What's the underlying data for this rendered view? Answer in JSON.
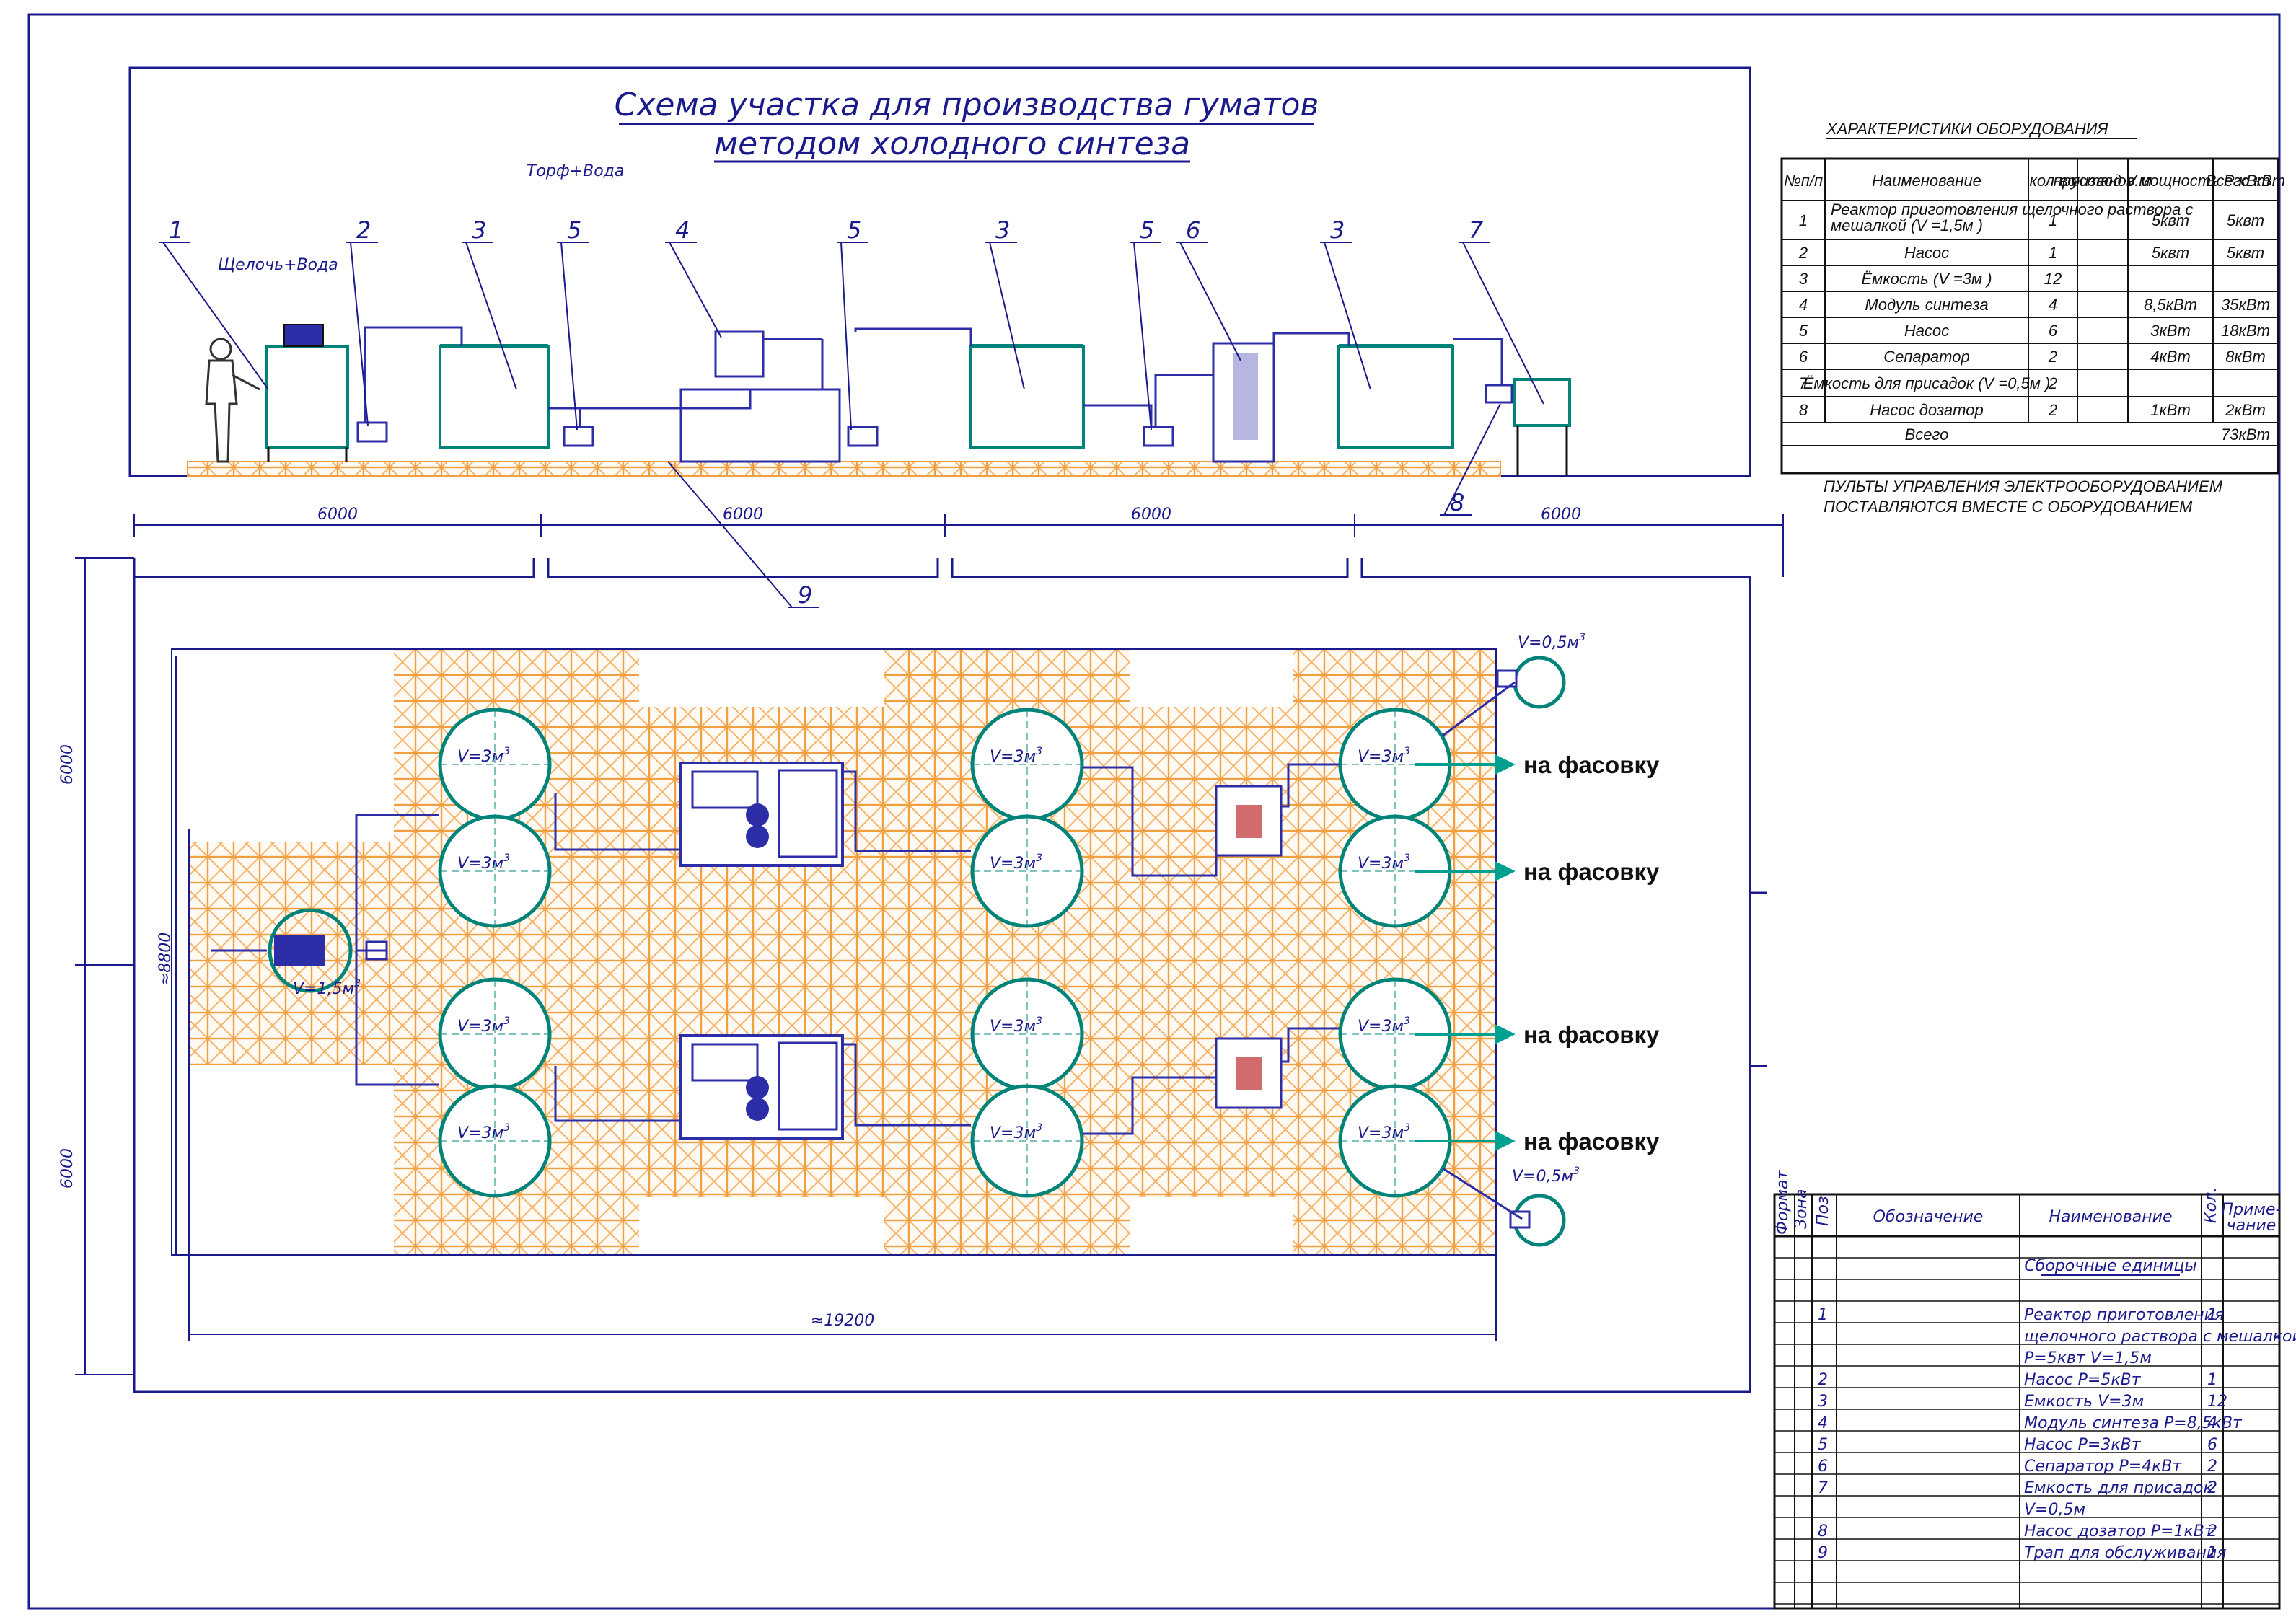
{
  "title": {
    "line1": "Схема участка для производства гуматов",
    "line2": "методом холодного синтеза"
  },
  "side_view": {
    "label_peat": "Торф+Вода",
    "label_alkali": "Щелочь+Вода",
    "callouts": [
      "1",
      "2",
      "3",
      "5",
      "4",
      "5",
      "3",
      "5",
      "6",
      "3",
      "7",
      "8",
      "9"
    ],
    "dims": [
      "6000",
      "6000",
      "6000",
      "6000"
    ]
  },
  "plan_view": {
    "tank_label": "V=3м",
    "reactor_label": "V=1,5м",
    "small_tank_label": "V=0,5м",
    "cube": "3",
    "outlet_label": "на фасовку",
    "dim_length": "≈19200",
    "dim_width": "≈8800",
    "dim_left": [
      "6000",
      "6000"
    ]
  },
  "characteristics": {
    "caption": "ХАРАКТЕРИСТИКИ ОБОРУДОВАНИЯ",
    "headers": [
      "№п/п",
      "Наименование",
      "кол-во",
      "производ V м",
      "установ.мощность Р кВт",
      "Всего кВт"
    ],
    "rows": [
      [
        "1",
        "Реактор приготовления щелочного раствора с мешалкой (V =1,5м )",
        "1",
        "",
        "5квт",
        "5квт"
      ],
      [
        "2",
        "Насос",
        "1",
        "",
        "5квт",
        "5квт"
      ],
      [
        "3",
        "Ёмкость (V =3м )",
        "12",
        "",
        "",
        ""
      ],
      [
        "4",
        "Модуль синтеза",
        "4",
        "",
        "8,5кВт",
        "35кВт"
      ],
      [
        "5",
        "Насос",
        "6",
        "",
        "3кВт",
        "18кВт"
      ],
      [
        "6",
        "Сепаратор",
        "2",
        "",
        "4кВт",
        "8кВт"
      ],
      [
        "7",
        "Ёмкость для присадок (V =0,5м )",
        "2",
        "",
        "",
        ""
      ],
      [
        "8",
        "Насос дозатор",
        "2",
        "",
        "1кВт",
        "2кВт"
      ]
    ],
    "total_label": "Всего",
    "total_value": "73кВт",
    "note_line1": "ПУЛЬТЫ УПРАВЛЕНИЯ ЭЛЕКТРООБОРУДОВАНИЕМ",
    "note_line2": "ПОСТАВЛЯЮТСЯ ВМЕСТЕ С ОБОРУДОВАНИЕМ"
  },
  "spec": {
    "headers": [
      "Формат",
      "Зона",
      "Поз.",
      "Обозначение",
      "Наименование",
      "Кол.",
      "Приме-",
      "чание"
    ],
    "section": "Сборочные единицы",
    "items": [
      {
        "pos": "1",
        "lines": [
          "Реактор приготовления",
          "щелочного раствора с мешалкой",
          "Р=5квт  V=1,5м"
        ],
        "qty": "1"
      },
      {
        "pos": "2",
        "lines": [
          "Насос Р=5кВт"
        ],
        "qty": "1"
      },
      {
        "pos": "3",
        "lines": [
          "Емкость  V=3м"
        ],
        "qty": "12"
      },
      {
        "pos": "4",
        "lines": [
          "Модуль синтеза Р=8,5кВт"
        ],
        "qty": "4"
      },
      {
        "pos": "5",
        "lines": [
          "Насос Р=3кВт"
        ],
        "qty": "6"
      },
      {
        "pos": "6",
        "lines": [
          "Сепаратор Р=4кВт"
        ],
        "qty": "2"
      },
      {
        "pos": "7",
        "lines": [
          "Емкость для присадок",
          "V=0,5м"
        ],
        "qty": "2"
      },
      {
        "pos": "8",
        "lines": [
          "Насос дозатор Р=1кВт"
        ],
        "qty": "2"
      },
      {
        "pos": "9",
        "lines": [
          "Трап для обслуживания"
        ],
        "qty": "1"
      }
    ]
  },
  "colors": {
    "frame": "#1a1a8c",
    "tank": "#00847a",
    "grate": "#f4a040",
    "pipe": "#2d2da8",
    "arrow": "#00a090"
  }
}
